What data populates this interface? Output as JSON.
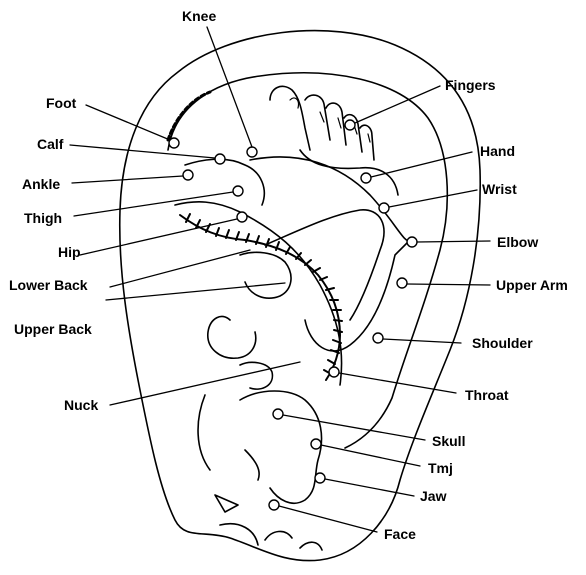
{
  "labels": {
    "knee": "Knee",
    "fingers": "Fingers",
    "foot": "Foot",
    "calf": "Calf",
    "hand": "Hand",
    "ankle": "Ankle",
    "wrist": "Wrist",
    "thigh": "Thigh",
    "elbow": "Elbow",
    "hip": "Hip",
    "lower_back": "Lower Back",
    "upper_arm": "Upper Arm",
    "upper_back": "Upper Back",
    "shoulder": "Shoulder",
    "nuck": "Nuck",
    "throat": "Throat",
    "skull": "Skull",
    "tmj": "Tmj",
    "jaw": "Jaw",
    "face": "Face"
  },
  "colors": {
    "ink": "#000000",
    "background": "#ffffff"
  }
}
